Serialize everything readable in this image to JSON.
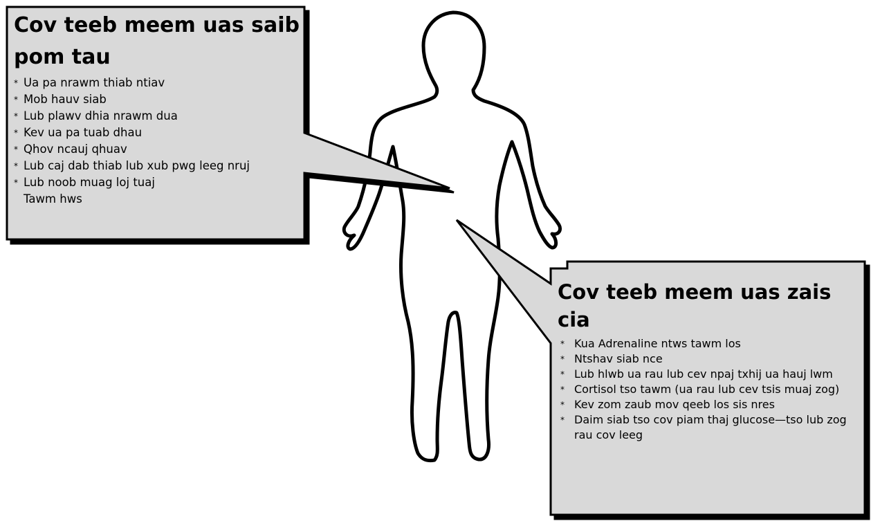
{
  "left_box": {
    "title": "Cov teeb meem uas saib pom tau",
    "items": [
      "Ua pa nrawm thiab ntiav",
      "Mob hauv siab",
      "Lub plawv dhia nrawm dua",
      "Kev ua pa tuab dhau",
      "Qhov ncauj qhuav",
      "Lub caj dab thiab lub xub pwg leeg nruj",
      "Lub noob muag loj tuaj"
    ],
    "extra": "Tawm hws"
  },
  "right_box": {
    "title": "Cov teeb meem uas zais cia",
    "items": [
      "Kua Adrenaline ntws tawm los",
      "Ntshav siab nce",
      "Lub hlwb ua rau lub cev npaj txhij ua hauj lwm",
      "Cortisol tso tawm (ua rau lub cev tsis muaj zog)",
      "Kev zom zaub mov qeeb los sis nres",
      "Daim siab tso cov piam thaj glucose—tso lub zog rau cov leeg"
    ]
  },
  "bullet_symbol": "*",
  "colors": {
    "box_fill": "#d9d9d9",
    "outline": "#000000"
  }
}
